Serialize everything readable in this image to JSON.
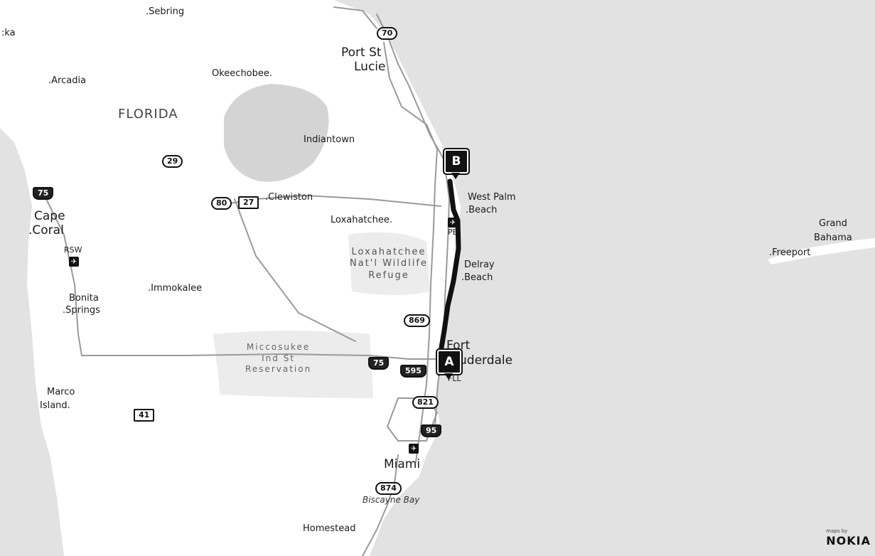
{
  "colors": {
    "land": "#ffffff",
    "ocean": "#e2e2e2",
    "lake": "#d4d4d4",
    "wetland": "#ececec",
    "road": "#9a9a9a",
    "route": "#111111"
  },
  "places": {
    "sebring": ".Sebring",
    "ka": ":ka",
    "port_st": "Port St",
    "lucie": "Lucie",
    "arcadia": ".Arcadia",
    "okeechobee": "Okeechobee.",
    "florida": "FLORIDA",
    "indiantown": "Indiantown",
    "clewiston": ".Clewiston",
    "loxahatchee": "Loxahatchee.",
    "west_palm": "West Palm",
    "west_palm_beach": ".Beach",
    "cape": "Cape",
    "coral": ".Coral",
    "grand": "Grand",
    "bahama": "Bahama",
    "freeport": ".Freeport",
    "delray": "Delray",
    "delray_beach": ".Beach",
    "immokalee": ".Immokalee",
    "bonita": "Bonita",
    "springs": ".Springs",
    "fort": "Fort",
    "lauderdale": "uderdale",
    "marco": "Marco",
    "island": "Island.",
    "miami": "Miami",
    "biscayne_bay": "Biscayne Bay",
    "homestead": "Homestead"
  },
  "parks": {
    "loxahatchee_refuge_1": "Loxahatchee",
    "loxahatchee_refuge_2": "Nat'l Wildlife",
    "loxahatchee_refuge_3": "Refuge",
    "miccosukee_1": "Miccosukee",
    "miccosukee_2": "Ind St",
    "miccosukee_3": "Reservation"
  },
  "shields": {
    "r70": "70",
    "r29": "29",
    "r80": "80",
    "r27": "27",
    "r75": "75",
    "r869": "869",
    "i75": "75",
    "r595": "595",
    "r821": "821",
    "i95": "95",
    "r41": "41",
    "r874": "874"
  },
  "airports": {
    "rsw": "RSW",
    "pbi": "PB",
    "fll": "FLL"
  },
  "markers": {
    "a": "A",
    "b": "B"
  },
  "attribution": {
    "by": "maps by",
    "brand": "NOKIA"
  }
}
